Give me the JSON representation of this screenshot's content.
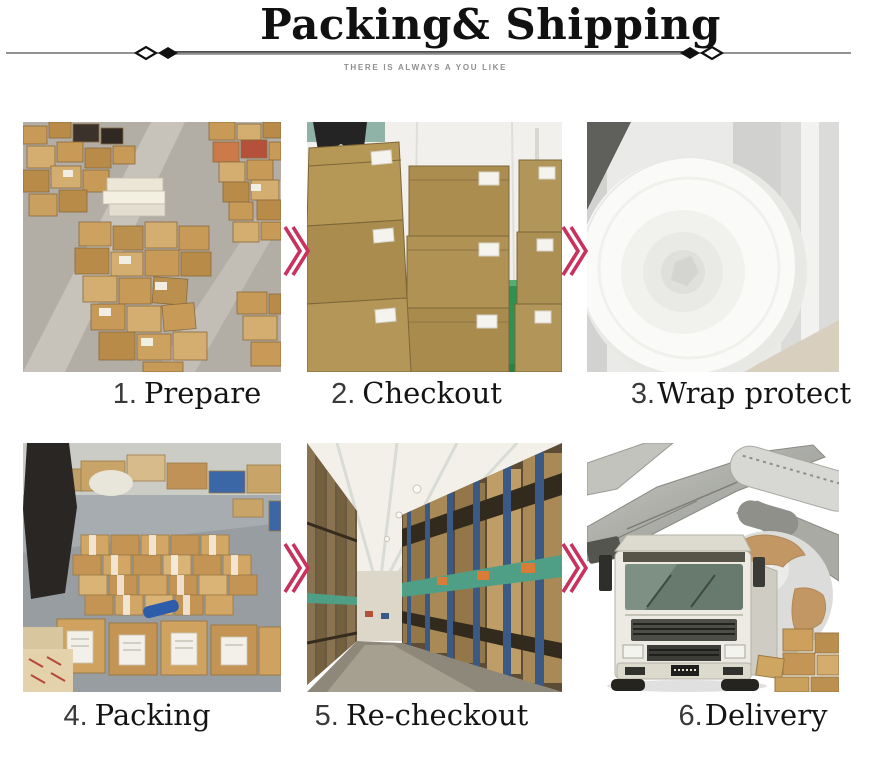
{
  "header": {
    "title": "Packing& Shipping",
    "tagline": "THERE IS ALWAYS A YOU LIKE"
  },
  "steps": [
    {
      "num": "1.",
      "label": "Prepare",
      "photo": "warehouse-goods-prepared"
    },
    {
      "num": "2.",
      "label": "Checkout",
      "photo": "stacked-carton-boxes"
    },
    {
      "num": "3.",
      "label": "Wrap protect",
      "photo": "bubble-wrap-roll"
    },
    {
      "num": "4.",
      "label": "Packing",
      "photo": "packed-parcels-on-floor"
    },
    {
      "num": "5.",
      "label": "Re-checkout",
      "photo": "warehouse-rack-aisle"
    },
    {
      "num": "6.",
      "label": "Delivery",
      "photo": "truck-plane-globe-parcels"
    }
  ],
  "colors": {
    "arrow": "#c9325f",
    "divider_line": "#6e6e6e",
    "diamond": "#101010",
    "tagline_text": "#8f8f8f",
    "caption_text": "#141414"
  }
}
